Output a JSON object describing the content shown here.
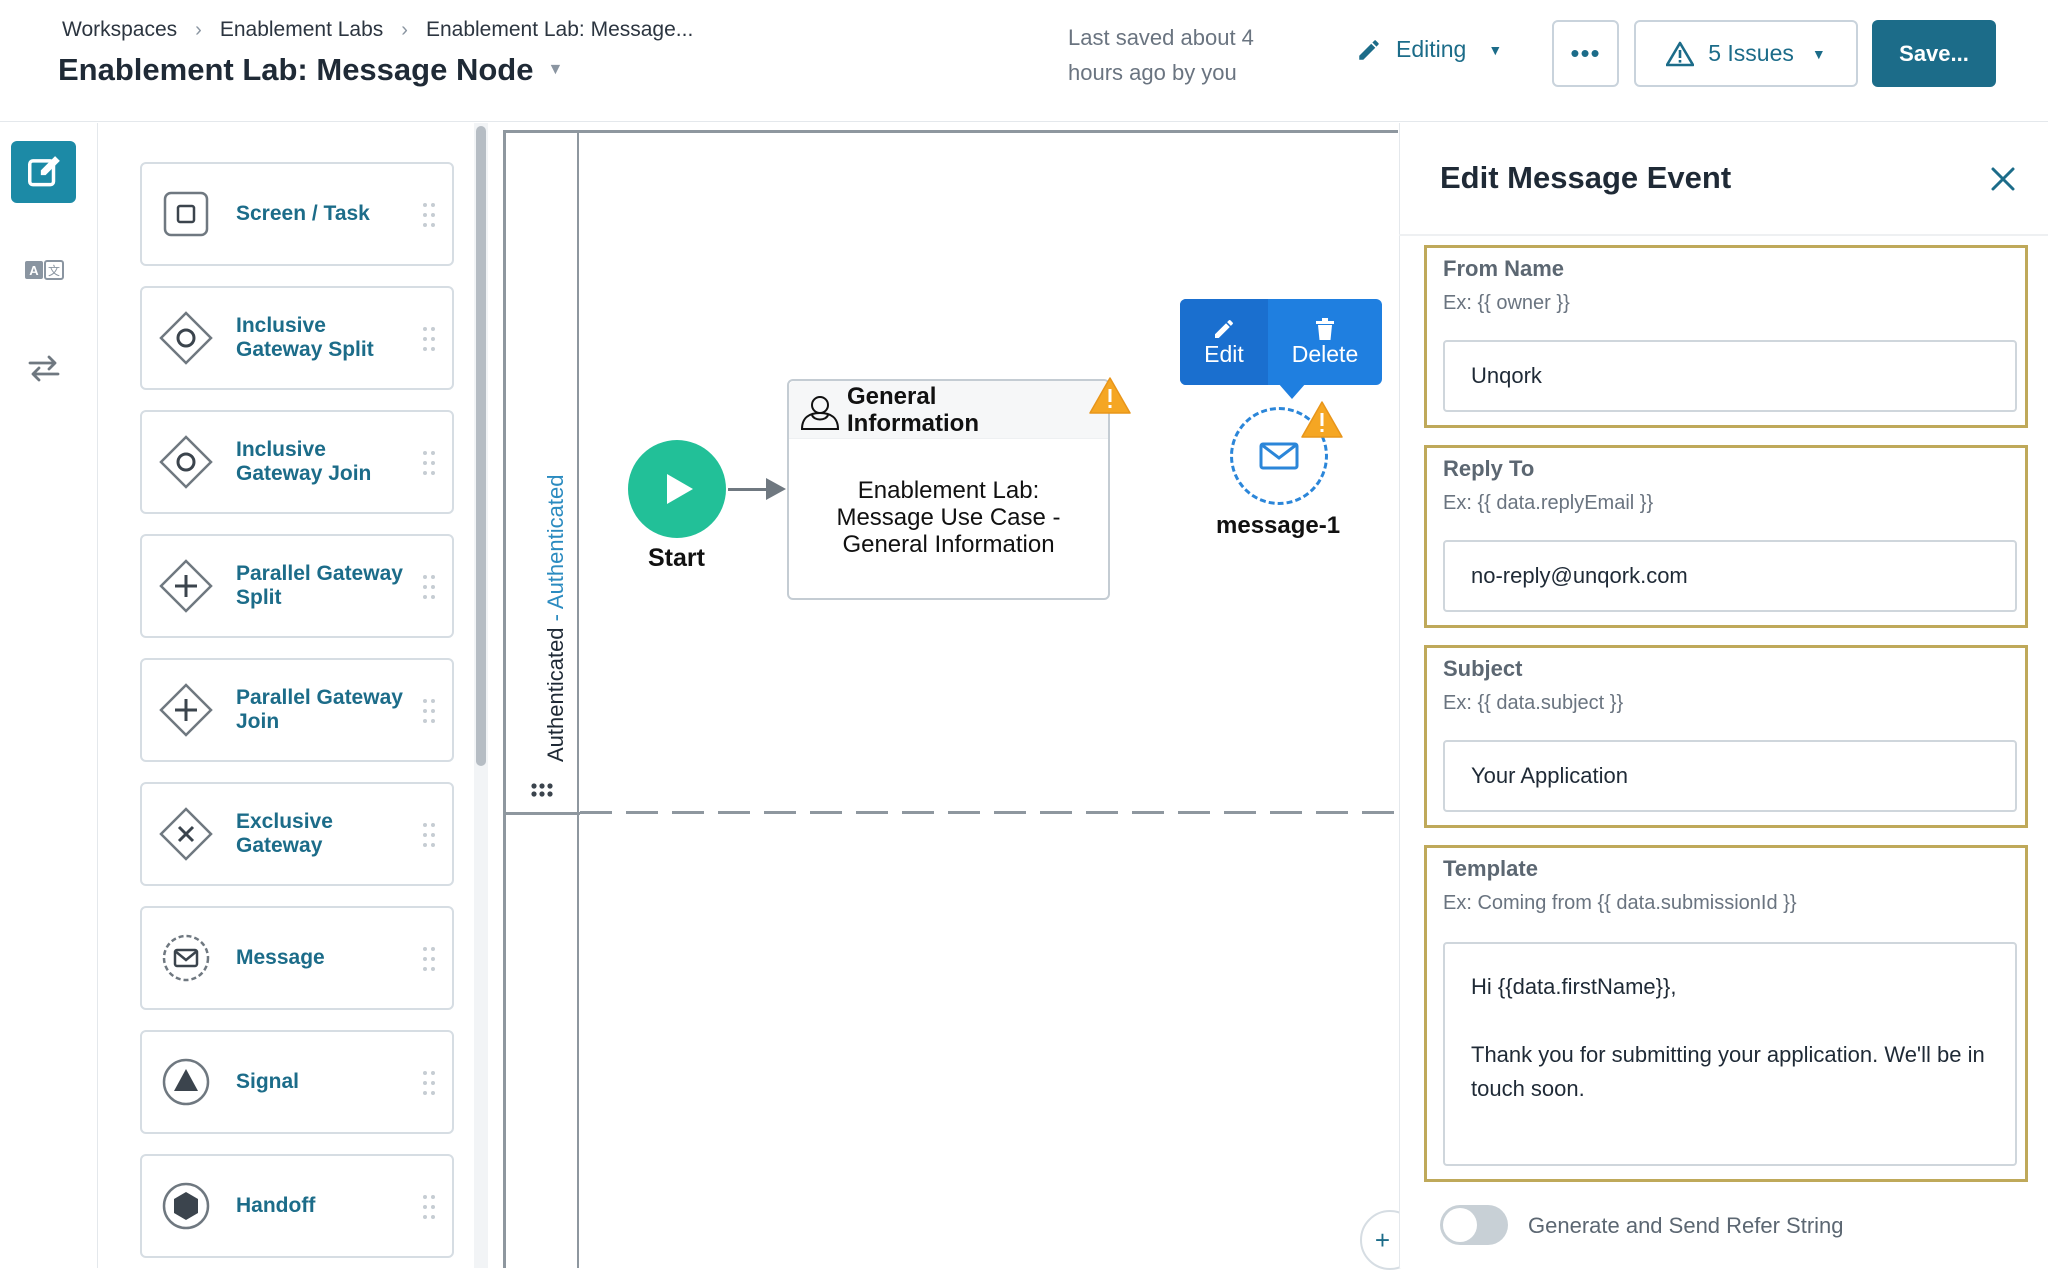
{
  "header": {
    "breadcrumbs": [
      "Workspaces",
      "Enablement Labs",
      "Enablement Lab: Message..."
    ],
    "title": "Enablement Lab: Message Node",
    "saved_line1": "Last saved about 4",
    "saved_line2": "hours ago by you",
    "mode": "Editing",
    "more_label": "•••",
    "issues_label": "5 Issues",
    "save_label": "Save..."
  },
  "rail": {
    "items": [
      {
        "name": "edit-icon",
        "active": true
      },
      {
        "name": "translate-icon",
        "active": false
      },
      {
        "name": "swap-arrows-icon",
        "active": false
      }
    ]
  },
  "palette": {
    "items": [
      {
        "label": "Screen / Task",
        "icon": "square-icon"
      },
      {
        "label": "Inclusive Gateway Split",
        "icon": "inclusive-gateway-icon"
      },
      {
        "label": "Inclusive Gateway Join",
        "icon": "inclusive-gateway-icon"
      },
      {
        "label": "Parallel Gateway Split",
        "icon": "parallel-gateway-icon"
      },
      {
        "label": "Parallel Gateway Join",
        "icon": "parallel-gateway-icon"
      },
      {
        "label": "Exclusive Gateway",
        "icon": "exclusive-gateway-icon"
      },
      {
        "label": "Message",
        "icon": "message-icon"
      },
      {
        "label": "Signal",
        "icon": "signal-icon"
      },
      {
        "label": "Handoff",
        "icon": "handoff-icon"
      }
    ]
  },
  "canvas": {
    "lane_label_main": "Authenticated",
    "lane_label_sep": " - ",
    "lane_label_sub": "Authenticated",
    "start_label": "Start",
    "task_title_1": "General",
    "task_title_2": "Information",
    "task_body_1": "Enablement Lab:",
    "task_body_2": "Message Use Case -",
    "task_body_3": "General Information",
    "popover_edit": "Edit",
    "popover_delete": "Delete",
    "message_label": "message-1",
    "zoom_label": "+"
  },
  "panel": {
    "title": "Edit Message Event",
    "fields": [
      {
        "label": "From Name",
        "hint": "Ex: {{ owner }}",
        "value": "Unqork"
      },
      {
        "label": "Reply To",
        "hint": "Ex: {{ data.replyEmail }}",
        "value": "no-reply@unqork.com"
      },
      {
        "label": "Subject",
        "hint": "Ex: {{ data.subject }}",
        "value": "Your Application"
      },
      {
        "label": "Template",
        "hint": "Ex: Coming from {{ data.submissionId }}",
        "value_line1": "Hi {{data.firstName}},",
        "value_line2": "Thank you for submitting your application. We'll be in touch soon."
      }
    ],
    "toggle_label": "Generate and Send Refer String",
    "toggle_on": false
  },
  "colors": {
    "accent": "#1c6c89",
    "start_green": "#22c098",
    "popover_blue": "#1f7fe0",
    "highlight_border": "#bfa95a",
    "warning": "#f5a623"
  }
}
